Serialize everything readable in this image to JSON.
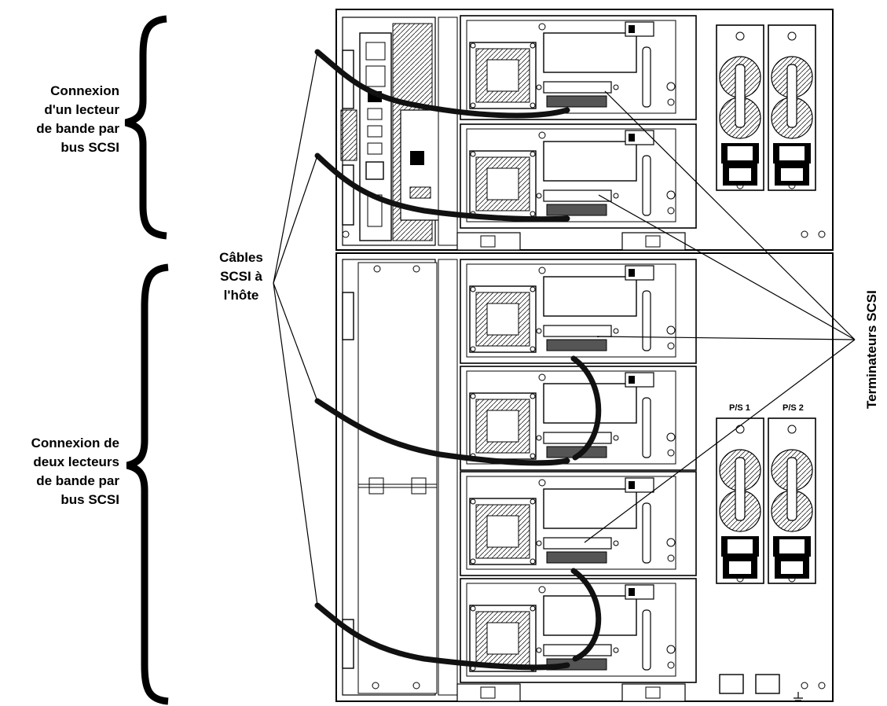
{
  "labels": {
    "single_drive": [
      "Connexion",
      "d'un lecteur",
      "de bande par",
      "bus SCSI"
    ],
    "host_cables": [
      "Câbles",
      "SCSI à",
      "l'hôte"
    ],
    "dual_drive": [
      "Connexion de",
      "deux lecteurs",
      "de bande par",
      "bus SCSI"
    ],
    "terminators": "Terminateurs SCSI"
  },
  "psu_labels": [
    "P/S 1",
    "P/S 2"
  ]
}
